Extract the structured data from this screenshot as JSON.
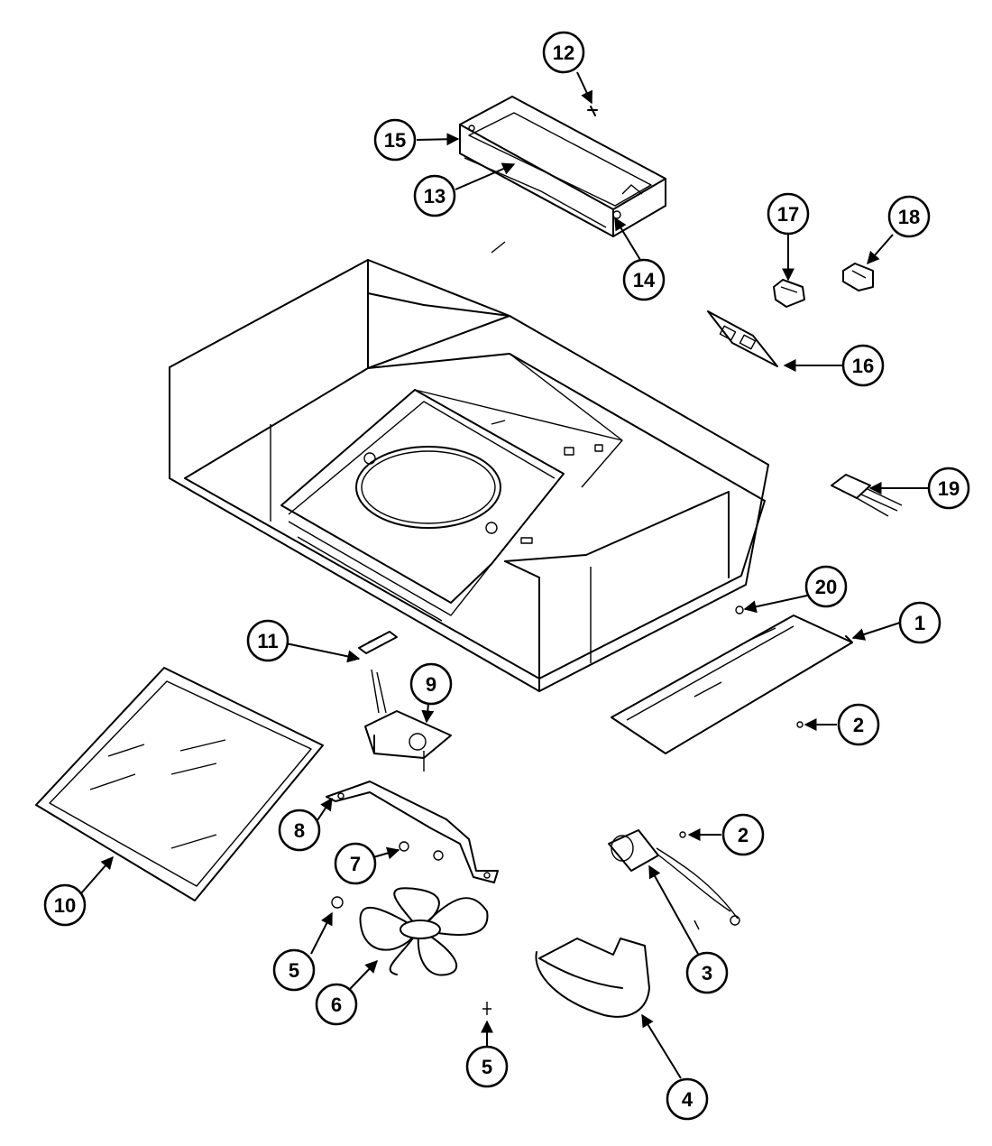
{
  "callouts": [
    {
      "id": "c12",
      "label": "12"
    },
    {
      "id": "c15",
      "label": "15"
    },
    {
      "id": "c13",
      "label": "13"
    },
    {
      "id": "c14",
      "label": "14"
    },
    {
      "id": "c17",
      "label": "17"
    },
    {
      "id": "c18",
      "label": "18"
    },
    {
      "id": "c16",
      "label": "16"
    },
    {
      "id": "c19",
      "label": "19"
    },
    {
      "id": "c20",
      "label": "20"
    },
    {
      "id": "c1",
      "label": "1"
    },
    {
      "id": "c11",
      "label": "11"
    },
    {
      "id": "c9",
      "label": "9"
    },
    {
      "id": "c2a",
      "label": "2"
    },
    {
      "id": "c2b",
      "label": "2"
    },
    {
      "id": "c8",
      "label": "8"
    },
    {
      "id": "c7",
      "label": "7"
    },
    {
      "id": "c10",
      "label": "10"
    },
    {
      "id": "c3",
      "label": "3"
    },
    {
      "id": "c5a",
      "label": "5"
    },
    {
      "id": "c6",
      "label": "6"
    },
    {
      "id": "c5b",
      "label": "5"
    },
    {
      "id": "c4",
      "label": "4"
    }
  ]
}
